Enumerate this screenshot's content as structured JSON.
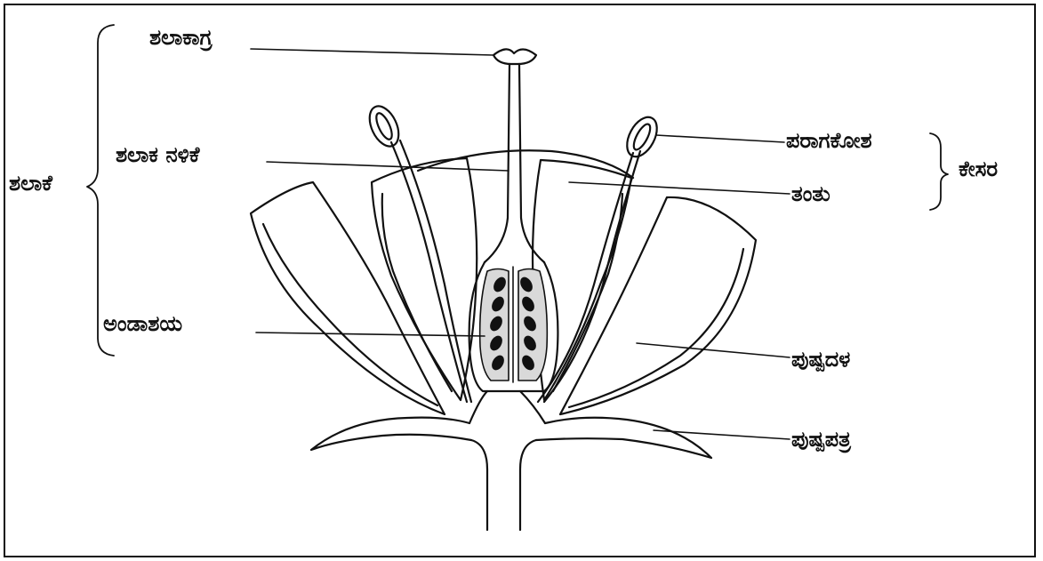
{
  "colors": {
    "ink": "#111111",
    "ovary_fill": "#d9d9d9"
  },
  "labels": {
    "stigma": "ಶಲಾಕಾಗ್ರ",
    "style": "ಶಲಾಕ ನಳಿಕೆ",
    "pistil": "ಶಲಾಕೆ",
    "ovary": "ಅಂಡಾಶಯ",
    "anther": "ಪರಾಗಕೋಶ",
    "filament": "ತಂತು",
    "stamen": "ಕೇಸರ",
    "petal": "ಪುಷ್ಪದಳ",
    "sepal": "ಪುಷ್ಪಪತ್ರ"
  }
}
